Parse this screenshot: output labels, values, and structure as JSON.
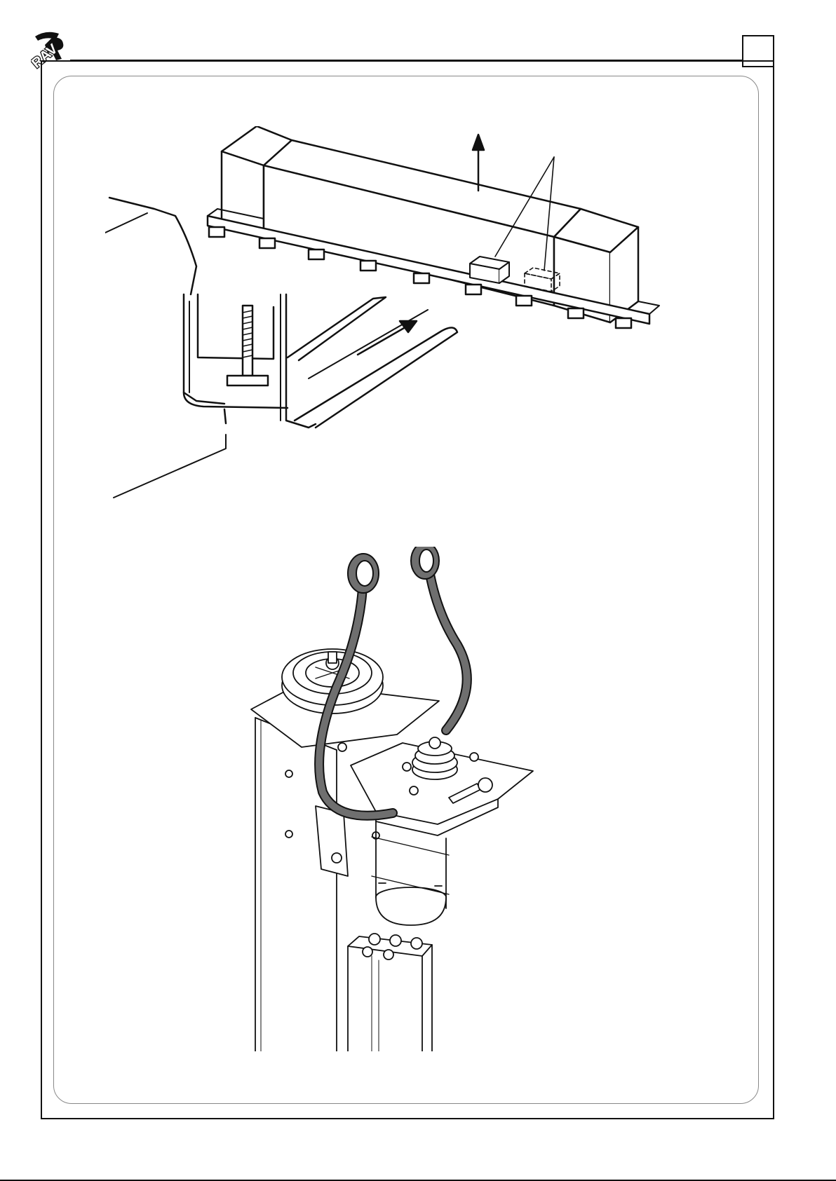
{
  "header": {
    "logo_text": "RAV",
    "page_number": ""
  },
  "figures": {
    "top": {
      "icon": "crate-on-forklift-illustration"
    },
    "bottom": {
      "icon": "column-lifting-straps-illustration"
    }
  },
  "colors": {
    "line": "#111111",
    "strap": "#6f6f6f",
    "inner_frame": "#888888"
  }
}
